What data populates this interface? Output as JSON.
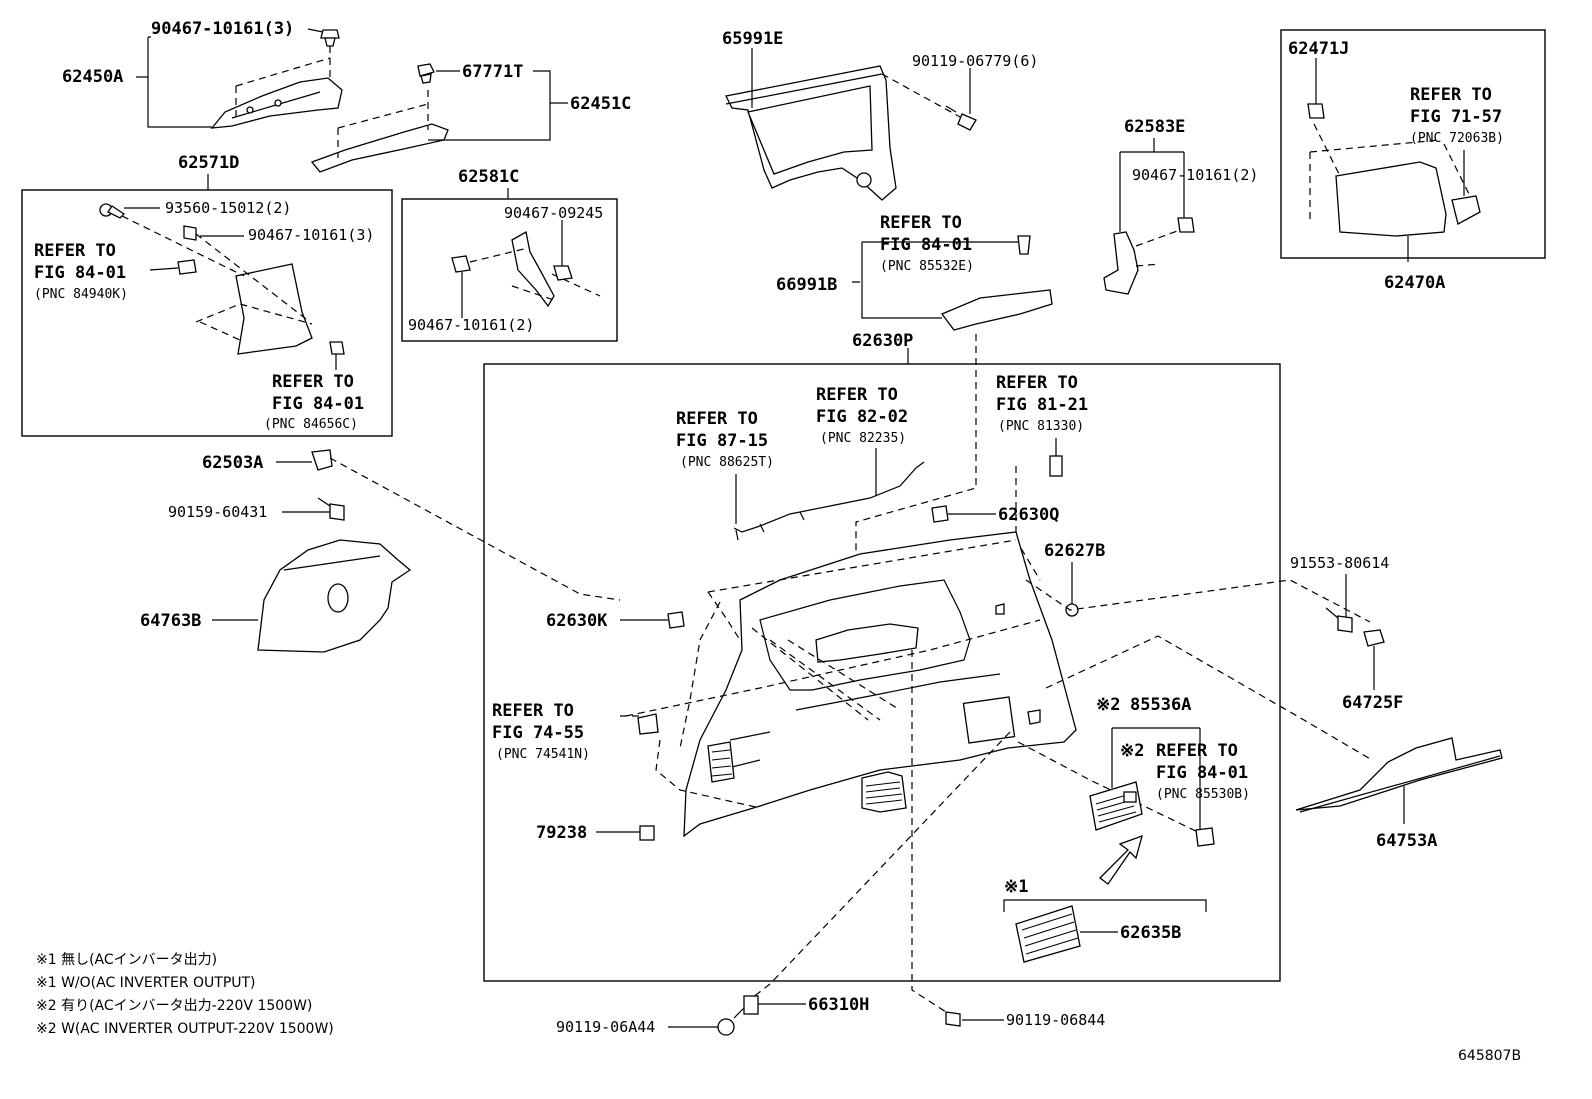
{
  "parts": {
    "p90467_10161_3a": "90467-10161(3)",
    "p62450A": "62450A",
    "p67771T": "67771T",
    "p62451C": "62451C",
    "p65991E": "65991E",
    "p90119_06779": "90119-06779(6)",
    "p62471J": "62471J",
    "p62470A": "62470A",
    "p62571D": "62571D",
    "p93560_15012": "93560-15012(2)",
    "p90467_10161_3b": "90467-10161(3)",
    "p62581C": "62581C",
    "p90467_09245": "90467-09245",
    "p90467_10161_2a": "90467-10161(2)",
    "p62583E": "62583E",
    "p90467_10161_2b": "90467-10161(2)",
    "p66991B": "66991B",
    "p62630P": "62630P",
    "p62503A": "62503A",
    "p90159_60431": "90159-60431",
    "p64763B": "64763B",
    "p62630Q": "62630Q",
    "p62627B": "62627B",
    "p91553_80614": "91553-80614",
    "p64725F": "64725F",
    "p62630K": "62630K",
    "p85536A": "85536A",
    "p64753A": "64753A",
    "p79238": "79238",
    "p62635B": "62635B",
    "p66310H": "66310H",
    "p90119_06A44": "90119-06A44",
    "p90119_06844": "90119-06844"
  },
  "refs": {
    "refer_to": "REFER TO",
    "fig_84_01": "FIG 84-01",
    "fig_71_57": "FIG 71-57",
    "fig_87_15": "FIG 87-15",
    "fig_82_02": "FIG 82-02",
    "fig_81_21": "FIG 81-21",
    "fig_74_55": "FIG 74-55",
    "pnc_84940K": "(PNC 84940K)",
    "pnc_84656C": "(PNC 84656C)",
    "pnc_72063B": "(PNC 72063B)",
    "pnc_85532E": "(PNC 85532E)",
    "pnc_88625T": "(PNC 88625T)",
    "pnc_82235": "(PNC 82235)",
    "pnc_81330": "(PNC 81330)",
    "pnc_74541N": "(PNC 74541N)",
    "pnc_85530B": "(PNC 85530B)"
  },
  "marks": {
    "mark1": "※1",
    "mark2": "※2"
  },
  "legend": {
    "line1": "※1 無し(ACインバータ出力)",
    "line2": "※1 W/O(AC INVERTER OUTPUT)",
    "line3": "※2 有り(ACインバータ出力-220V 1500W)",
    "line4": "※2 W(AC INVERTER OUTPUT-220V 1500W)"
  },
  "diagram_id": "645807B"
}
